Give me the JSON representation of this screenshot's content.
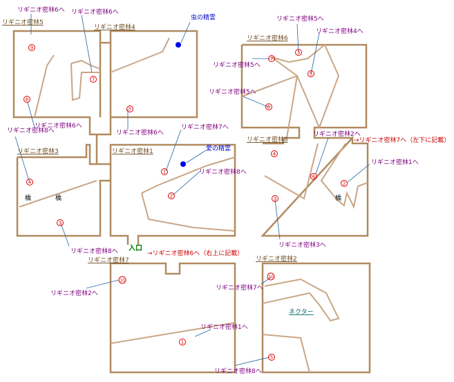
{
  "colors": {
    "wall": "#b08a5f",
    "road": "#c9a585",
    "leader": "#2060a0",
    "label": "#800080",
    "number": "#e00000",
    "spirit_dot": "#0000ee"
  },
  "titles": {
    "forest5": "リギニオ密林5",
    "forest4": "リギニオ密林4",
    "forest6": "リギニオ密林6",
    "forest3": "リギニオ密林3",
    "forest1": "リギニオ密林1",
    "forest8": "リギニオ密林8",
    "forest7": "リギニオ密林7",
    "forest2": "リギニオ密林2"
  },
  "labels": {
    "to6_a": "リギニオ密林6へ",
    "to6_b": "リギニオ密林6へ",
    "to6_c": "リギニオ密林6へ",
    "to8_a": "リギニオ密林8へ",
    "to6_d": "リギニオ密林6へ",
    "to7_a": "リギニオ密林7へ",
    "to8_b": "リギニオ密林8へ",
    "to8_c": "リギニオ密林8へ",
    "to5_a": "リギニオ密林5へ",
    "to4_a": "リギニオ密林4へ",
    "to5_b": "リギニオ密林5へ",
    "to5_c": "リギニオ密林5へ",
    "to2_a": "リギニオ密林2へ",
    "to7_note": "→リギニオ密林7へ（左下に記載）",
    "to1_a": "リギニオ密林1へ",
    "to3_a": "リギニオ密林3へ",
    "to6_note": "→リギニオ密林6へ（右上に記載）",
    "to2_b": "リギニオ密林2へ",
    "to7_b": "リギニオ密林7へ",
    "to1_b": "リギニオ密林1へ",
    "to8_d": "リギニオ密林8へ"
  },
  "spirits": {
    "insect": "虫の精霊",
    "love": "愛の精霊"
  },
  "entrance": "入口",
  "bridge": "橋",
  "nectar": "ネクター",
  "markers": {
    "m1": "1",
    "m2": "2",
    "m3": "3",
    "m4": "4",
    "m5": "5",
    "m6": "6",
    "m7": "7",
    "m8": "8",
    "m9": "9",
    "m10": "10"
  }
}
